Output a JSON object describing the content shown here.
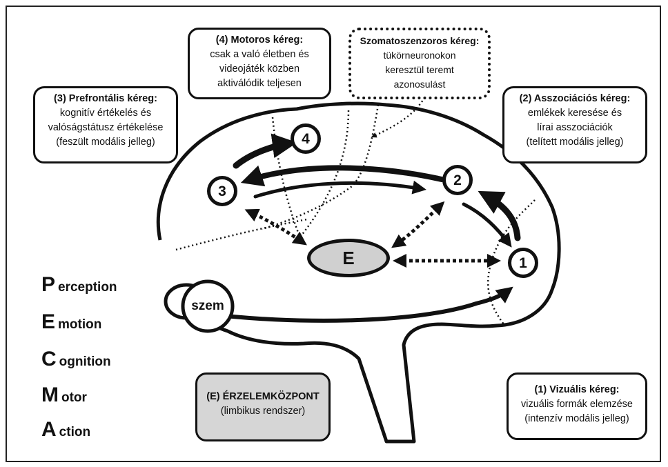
{
  "boxes": {
    "motor": {
      "title": "(4) Motoros kéreg:",
      "lines": [
        "csak a való életben és",
        "videojáték közben",
        "aktiválódik teljesen"
      ]
    },
    "somato": {
      "title": "Szomatoszenzoros kéreg:",
      "lines": [
        "tükörneuronokon",
        "keresztül teremt",
        "azonosulást"
      ]
    },
    "prefrontal": {
      "title": "(3) Prefrontális kéreg:",
      "lines": [
        "kognitív értékelés és",
        "valóságstátusz értékelése",
        "(feszült modális jelleg)"
      ]
    },
    "assoc": {
      "title": "(2) Asszociációs kéreg:",
      "lines": [
        "emlékek keresése és",
        "lírai asszociációk",
        "(telített modális jelleg)"
      ]
    },
    "emotion": {
      "title": "(E) ÉRZELEMKÖZPONT",
      "lines": [
        "(limbikus rendszer)"
      ]
    },
    "visual": {
      "title": "(1) Vizuális kéreg:",
      "lines": [
        "vizuális formák elemzése",
        "(intenzív modális jelleg)"
      ]
    }
  },
  "nodes": {
    "n1": "1",
    "n2": "2",
    "n3": "3",
    "n4": "4",
    "e": "E",
    "eye": "szem"
  },
  "pecma": [
    {
      "initial": "P",
      "rest": "erception"
    },
    {
      "initial": "E",
      "rest": "motion"
    },
    {
      "initial": "C",
      "rest": "ognition"
    },
    {
      "initial": "M",
      "rest": "otor"
    },
    {
      "initial": "A",
      "rest": "ction"
    }
  ],
  "colors": {
    "ink": "#111111",
    "emotion_fill": "#d0d0d0",
    "box_fill": "#ffffff"
  }
}
